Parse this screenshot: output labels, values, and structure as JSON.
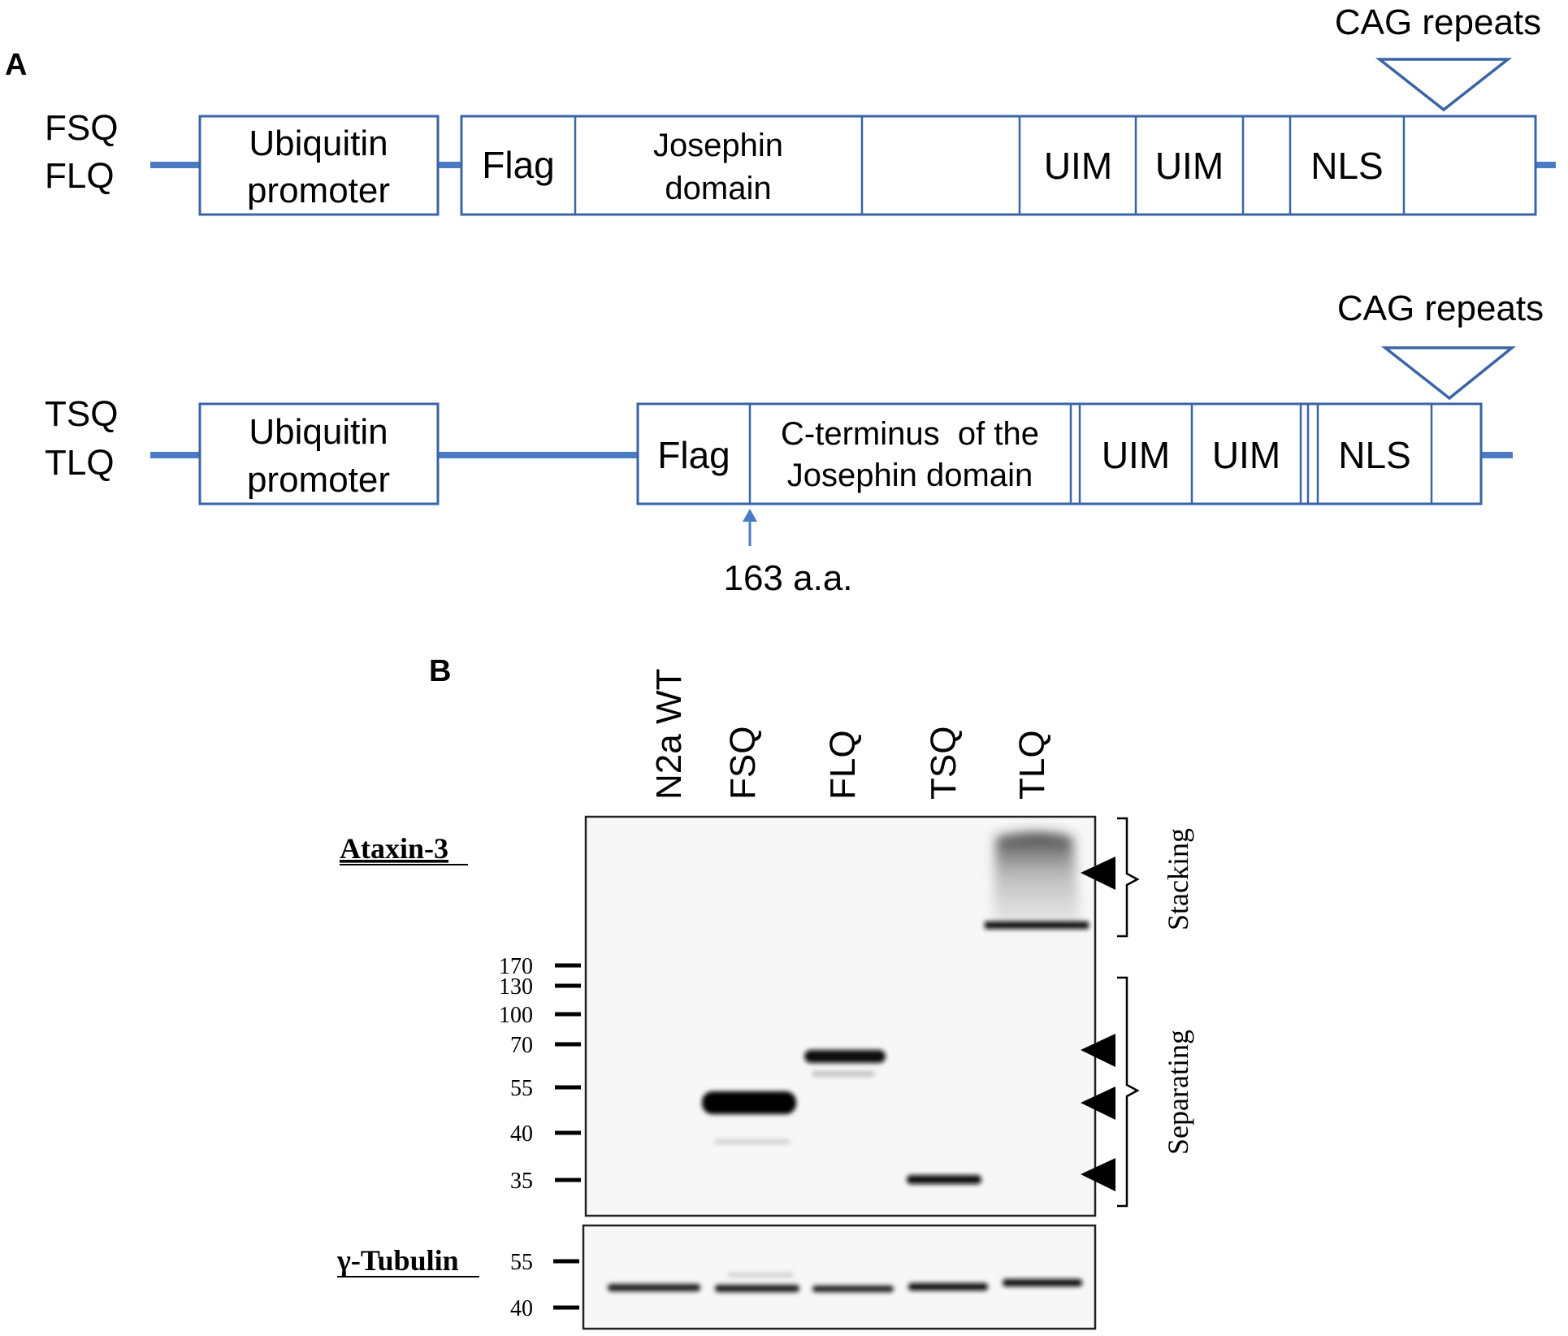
{
  "panel_a": {
    "label": "A",
    "construct1": {
      "names": [
        "FSQ",
        "FLQ"
      ],
      "promoter": [
        "Ubiquitin",
        "promoter"
      ],
      "flag": "Flag",
      "josephin": [
        "Josephin",
        "domain"
      ],
      "uim1": "UIM",
      "uim2": "UIM",
      "nls": "NLS",
      "cag": "CAG repeats"
    },
    "construct2": {
      "names": [
        "TSQ",
        "TLQ"
      ],
      "promoter": [
        "Ubiquitin",
        "promoter"
      ],
      "flag": "Flag",
      "cterm": [
        "C-terminus  of the",
        "Josephin domain"
      ],
      "uim1": "UIM",
      "uim2": "UIM",
      "nls": "NLS",
      "cag": "CAG repeats",
      "site": "163 a.a."
    }
  },
  "panel_b": {
    "label": "B",
    "lanes": [
      "N2a WT",
      "FSQ",
      "FLQ",
      "TSQ",
      "TLQ"
    ],
    "blot1_label": "Ataxin-3",
    "blot2_label": "γ-Tubulin",
    "markers_blot1": [
      "170",
      "130",
      "100",
      "70",
      "55",
      "40",
      "35"
    ],
    "markers_blot2": [
      "55",
      "40"
    ],
    "stacking": "Stacking",
    "separating": "Separating"
  }
}
